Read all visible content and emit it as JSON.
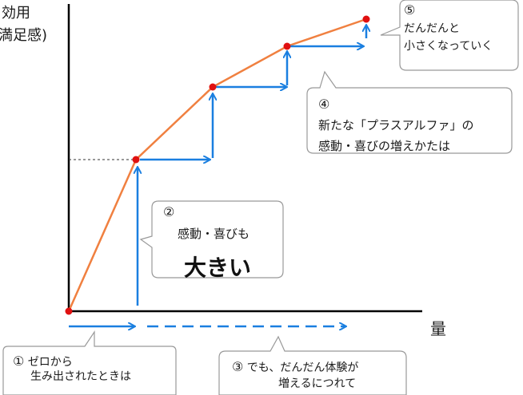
{
  "axes": {
    "y_label_line1": "効用",
    "y_label_line2": "満足感)",
    "x_label": "量"
  },
  "callouts": {
    "c1": {
      "num": "①",
      "line1": "ゼロから",
      "line2": "生み出されたときは"
    },
    "c2": {
      "num": "②",
      "small": "感動・喜びも",
      "big": "大きい"
    },
    "c3": {
      "num": "③",
      "line1": "でも、だんだん体験が",
      "line2": "増えるにつれて"
    },
    "c4": {
      "num": "④",
      "line1": "新たな「プラスアルファ」の",
      "line2": "感動・喜びの増えかたは"
    },
    "c5": {
      "num": "⑤",
      "line1": "だんだんと",
      "line2": "小さくなっていく"
    }
  },
  "colors": {
    "curve": "#f08040",
    "arrow": "#1a7fe0",
    "point": "#e01010",
    "axis": "#000000",
    "bubble_border": "#999999"
  }
}
